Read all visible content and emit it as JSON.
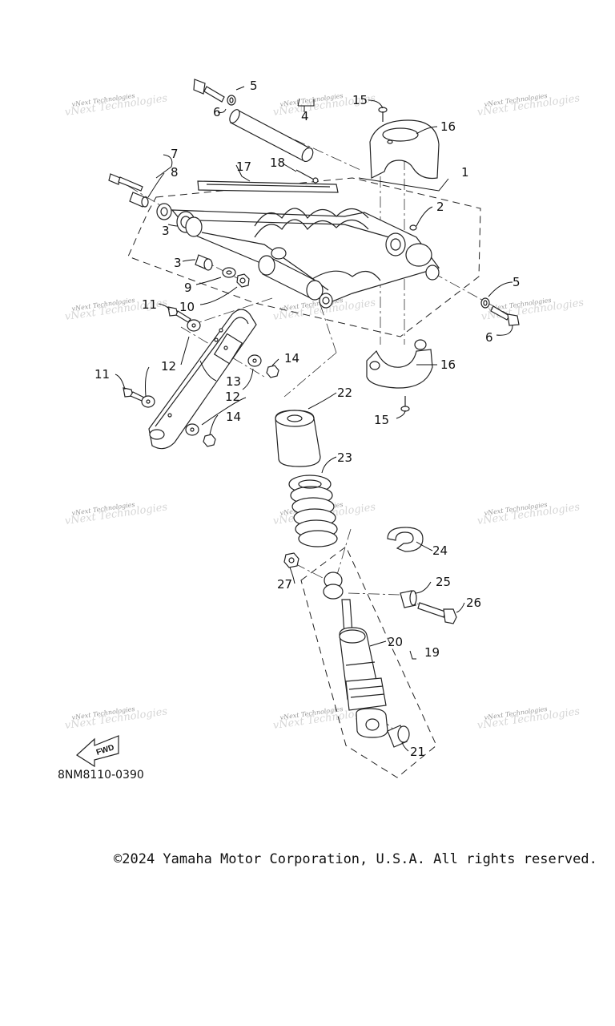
{
  "diagram": {
    "code": "8NM8110-0390",
    "copyright": "©2024 Yamaha Motor Corporation, U.S.A. All rights reserved.",
    "direction_badge": "FWD",
    "watermark": "vNext Technologies"
  },
  "callouts": {
    "c1": "1",
    "c2": "2",
    "c3a": "3",
    "c3b": "3",
    "c4": "4",
    "c5a": "5",
    "c5b": "5",
    "c6a": "6",
    "c6b": "6",
    "c7": "7",
    "c8": "8",
    "c9": "9",
    "c10": "10",
    "c11a": "11",
    "c11b": "11",
    "c12a": "12",
    "c12b": "12",
    "c13": "13",
    "c14a": "14",
    "c14b": "14",
    "c15a": "15",
    "c15b": "15",
    "c16a": "16",
    "c16b": "16",
    "c17": "17",
    "c18": "18",
    "c19": "19",
    "c20": "20",
    "c21": "21",
    "c22": "22",
    "c23": "23",
    "c24": "24",
    "c25": "25",
    "c26": "26",
    "c27": "27"
  }
}
